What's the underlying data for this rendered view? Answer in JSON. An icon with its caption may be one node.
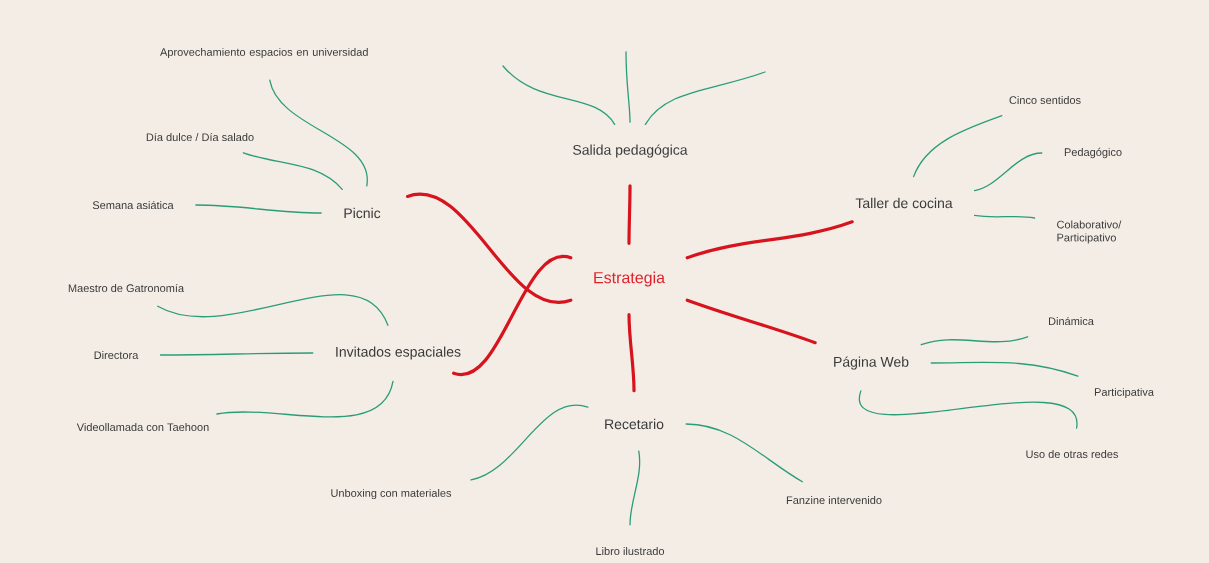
{
  "diagram": {
    "nodes": [
      {
        "text": [
          "Estrategia"
        ]
      },
      {
        "text": [
          "Salida pedagógica"
        ]
      },
      {
        "text": [
          "Taller de cocina"
        ]
      },
      {
        "text": [
          "Página Web"
        ]
      },
      {
        "text": [
          "Recetario"
        ]
      },
      {
        "text": [
          "Invitados espaciales"
        ]
      },
      {
        "text": [
          "Picnic"
        ]
      },
      {
        "text": [
          "Aprovechamiento espacios en universidad"
        ]
      },
      {
        "text": [
          "Día dulce / Día salado"
        ]
      },
      {
        "text": [
          "Semana asiática"
        ]
      },
      {
        "text": [
          "Cinco sentidos"
        ]
      },
      {
        "text": [
          "Pedagógico"
        ]
      },
      {
        "text": [
          "Colaborativo/ Participativo"
        ]
      },
      {
        "text": [
          "Dinámica"
        ]
      },
      {
        "text": [
          "Participativa"
        ]
      },
      {
        "text": [
          "Uso de otras redes"
        ]
      },
      {
        "text": [
          "Fanzine intervenido"
        ]
      },
      {
        "text": [
          "Libro ilustrado"
        ]
      },
      {
        "text": [
          "Unboxing con materiales"
        ]
      },
      {
        "text": [
          "Maestro de Gatronomía"
        ]
      },
      {
        "text": [
          "Directora"
        ]
      },
      {
        "text": [
          "Videollamada con Taehoon"
        ]
      }
    ],
    "edges": [
      {
        "from": 0,
        "to": 1,
        "arrow": "none",
        "style": "thick",
        "color": "#d7141e"
      },
      {
        "from": 0,
        "to": 2,
        "arrow": "none",
        "style": "thick",
        "color": "#d7141e"
      },
      {
        "from": 0,
        "to": 3,
        "arrow": "none",
        "style": "thick",
        "color": "#d7141e"
      },
      {
        "from": 0,
        "to": 4,
        "arrow": "none",
        "style": "thick",
        "color": "#d7141e"
      },
      {
        "from": 0,
        "to": 5,
        "arrow": "none",
        "style": "thick",
        "color": "#d7141e"
      },
      {
        "from": 0,
        "to": 6,
        "arrow": "none",
        "style": "thick",
        "color": "#d7141e"
      },
      {
        "from": 1,
        "to": null,
        "arrow": "none"
      },
      {
        "from": 1,
        "to": null,
        "arrow": "none"
      },
      {
        "from": 1,
        "to": null,
        "arrow": "none"
      },
      {
        "from": 6,
        "to": 7,
        "arrow": "none"
      },
      {
        "from": 6,
        "to": 8,
        "arrow": "none"
      },
      {
        "from": 6,
        "to": 9,
        "arrow": "none"
      },
      {
        "from": 5,
        "to": 19,
        "arrow": "none"
      },
      {
        "from": 5,
        "to": 20,
        "arrow": "none"
      },
      {
        "from": 5,
        "to": 21,
        "arrow": "none"
      },
      {
        "from": 4,
        "to": 18,
        "arrow": "none"
      },
      {
        "from": 4,
        "to": 17,
        "arrow": "none"
      },
      {
        "from": 4,
        "to": 16,
        "arrow": "none"
      },
      {
        "from": 3,
        "to": 13,
        "arrow": "none"
      },
      {
        "from": 3,
        "to": 14,
        "arrow": "none"
      },
      {
        "from": 3,
        "to": 15,
        "arrow": "none"
      },
      {
        "from": 2,
        "to": 10,
        "arrow": "none"
      },
      {
        "from": 2,
        "to": 11,
        "arrow": "none"
      },
      {
        "from": 2,
        "to": 12,
        "arrow": "none"
      }
    ]
  }
}
